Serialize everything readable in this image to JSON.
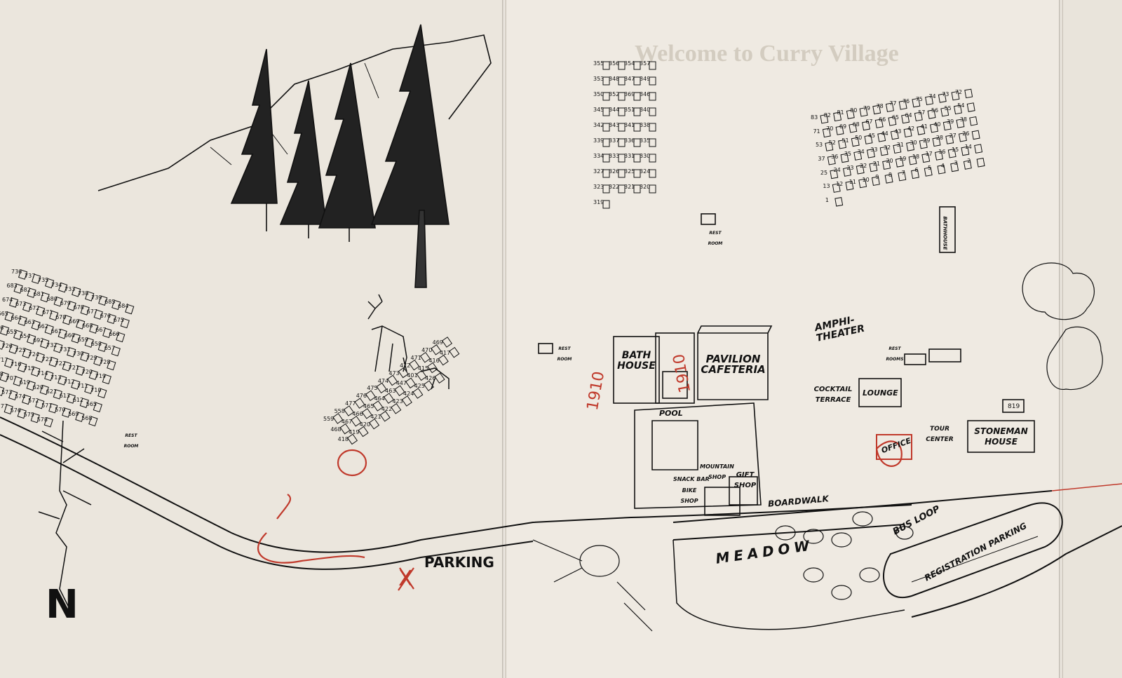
{
  "map": {
    "background_title": "Welcome to Curry Village",
    "labels": {
      "bath_house": "BATH HOUSE",
      "pavilion": "PAVILION CAFETERIA",
      "pool": "POOL",
      "amphitheater": "AMPHI- THEATER",
      "lounge": "LOUNGE",
      "cocktail": "COCKTAIL TERRACE",
      "office": "OFFICE",
      "tour_center": "TOUR CENTER",
      "stoneman": "STONEMAN HOUSE",
      "mountain_shop": "MOUNTAIN SHOP",
      "gift_shop": "GIFT SHOP",
      "snack_bar": "SNACK BAR",
      "bike_shop": "BIKE SHOP",
      "boardwalk": "BOARDWALK",
      "meadow": "MEADOW",
      "bus_loop": "BUS LOOP",
      "registration_parking": "REGISTRATION PARKING",
      "parking": "PARKING",
      "bathhouse_vertical": "BATHHOUSE",
      "rest_room_1": "REST ROOM",
      "rest_room_2": "REST ROOM",
      "rest_room_3": "REST ROOMS",
      "rest_room_4": "REST ROOM",
      "north": "N"
    },
    "handwritten": {
      "red_mark_1": "1910",
      "red_mark_2": "1910",
      "parking_x": "X"
    },
    "cabin_numbers": {
      "upper": [
        "355",
        "356",
        "354",
        "357",
        "353",
        "348",
        "347",
        "349",
        "350",
        "352",
        "369",
        "346",
        "345",
        "344",
        "351",
        "340",
        "342",
        "343",
        "341",
        "338",
        "339",
        "337",
        "336",
        "335",
        "334",
        "333",
        "331",
        "330",
        "327",
        "326",
        "325",
        "324",
        "323",
        "322",
        "321",
        "320",
        "319"
      ],
      "right": [
        "83",
        "82",
        "81",
        "80",
        "79",
        "78",
        "77",
        "76",
        "75",
        "74",
        "73",
        "72",
        "71",
        "70",
        "69",
        "68",
        "67",
        "66",
        "65",
        "64",
        "57",
        "56",
        "55",
        "54",
        "53",
        "52",
        "51",
        "50",
        "45",
        "44",
        "43",
        "42",
        "41",
        "40",
        "39",
        "38",
        "37",
        "36",
        "35",
        "34",
        "33",
        "32",
        "31",
        "30",
        "29",
        "28",
        "27",
        "26",
        "25",
        "24",
        "23",
        "22",
        "21",
        "20",
        "19",
        "18",
        "17",
        "16",
        "15",
        "14",
        "13",
        "12",
        "11",
        "10",
        "9",
        "8",
        "7",
        "6",
        "5",
        "4",
        "3",
        "2",
        "1"
      ],
      "left": [
        "736",
        "737",
        "735",
        "734",
        "733",
        "738",
        "739",
        "685",
        "684",
        "683",
        "682",
        "681",
        "680",
        "679",
        "678",
        "677",
        "676",
        "675",
        "674",
        "673",
        "672",
        "671",
        "670",
        "669",
        "668",
        "667",
        "666",
        "665",
        "664",
        "663",
        "662",
        "661",
        "660",
        "659",
        "658",
        "657",
        "656",
        "655",
        "654",
        "692",
        "732",
        "731",
        "730",
        "729",
        "728",
        "727",
        "726",
        "725",
        "724",
        "723",
        "722",
        "721",
        "720",
        "719",
        "718",
        "717",
        "716",
        "715",
        "714",
        "713",
        "712",
        "711",
        "710",
        "709",
        "708",
        "707",
        "619",
        "620",
        "621",
        "613",
        "612",
        "565",
        "564",
        "563",
        "573",
        "574",
        "572",
        "571",
        "570",
        "569",
        "568",
        "567",
        "566",
        "577",
        "576",
        "575",
        "578"
      ],
      "mid_lower": [
        "559",
        "558",
        "477",
        "476",
        "475",
        "474",
        "473",
        "472",
        "471",
        "470",
        "469",
        "468",
        "467",
        "466",
        "465",
        "464",
        "463",
        "447",
        "401",
        "415",
        "416",
        "417",
        "418",
        "419",
        "420",
        "421",
        "422",
        "423",
        "424",
        "425",
        "426"
      ]
    },
    "building_code": "819"
  }
}
